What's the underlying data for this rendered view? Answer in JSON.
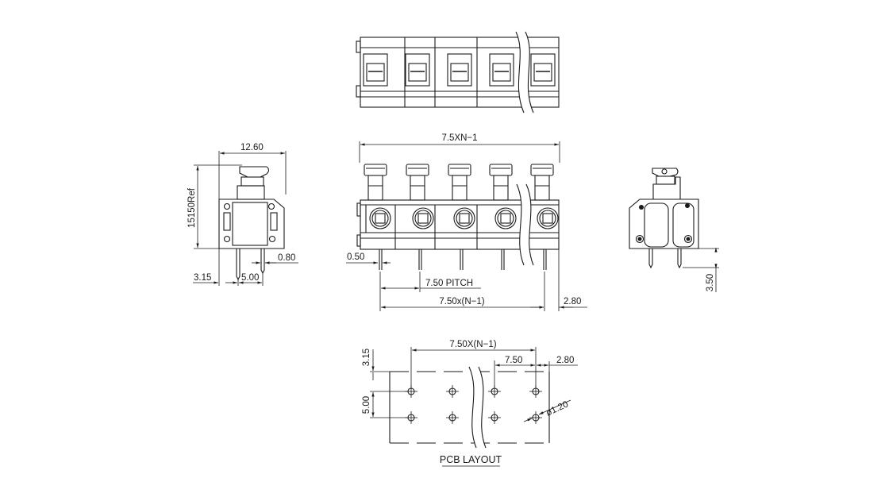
{
  "dimensions": {
    "overall_length": "7.5XN−1",
    "side_width": "12.60",
    "height_ref": "15150Ref",
    "pin_width": "0.80",
    "pin_offset": "3.15",
    "row_spacing": "5.00",
    "pin_thickness": "0.50",
    "pitch": "7.50 PITCH",
    "pitch_total": "7.50x(N−1)",
    "end_margin": "2.80",
    "pin_length": "3.50"
  },
  "pcb_layout": {
    "title": "PCB LAYOUT",
    "pitch_total": "7.50X(N−1)",
    "pitch": "7.50",
    "end_margin": "2.80",
    "top_offset": "3.15",
    "row_spacing": "5.00",
    "hole_diameter": "ø1.20"
  }
}
